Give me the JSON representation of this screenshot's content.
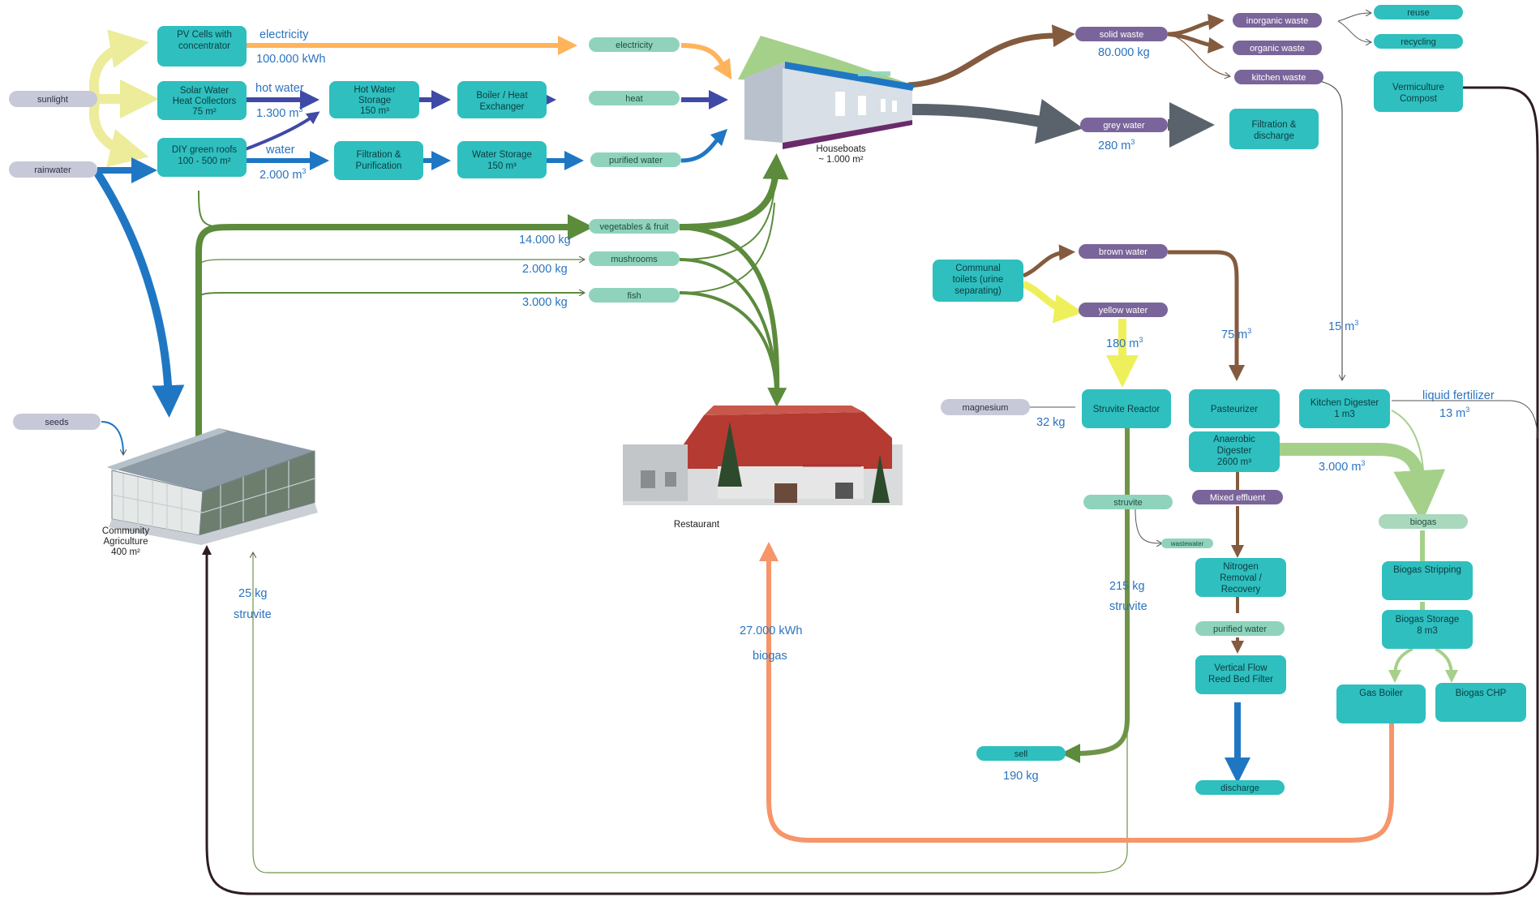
{
  "colors": {
    "process_box": "#2fbfbf",
    "pill_green": "#8fd3bc",
    "pill_purple": "#7a659a",
    "pill_grey": "#c7c9d8",
    "quantity_text": "#2b74c0",
    "flow_orange": "#ffb35a",
    "flow_navy": "#3f49a6",
    "flow_blue": "#1f77c4",
    "flow_green": "#5c8b3c",
    "flow_lightgreen": "#a5d08a",
    "flow_brown": "#845b3e",
    "flow_grey": "#5a636b",
    "flow_yellow": "#eef05b",
    "flow_pale_yellow": "#ecec9a",
    "flow_salmon": "#f6956a",
    "flow_dark": "#2d1c22"
  },
  "inputs": {
    "sunlight": "sunlight",
    "rainwater": "rainwater",
    "seeds": "seeds",
    "magnesium": "magnesium"
  },
  "process_boxes": {
    "pv_cells": [
      "PV Cells with",
      "concentrator"
    ],
    "solar_water": [
      "Solar Water",
      "Heat Collectors",
      "75 m²"
    ],
    "green_roofs": [
      "DIY green roofs",
      "100 - 500 m²"
    ],
    "hot_water_storage": [
      "Hot Water",
      "Storage",
      "150 m³"
    ],
    "boiler": [
      "Boiler / Heat",
      "Exchanger"
    ],
    "filtration_purification": [
      "Filtration &",
      "Purification"
    ],
    "water_storage": [
      "Water Storage",
      "150 m³"
    ],
    "filtration_discharge": [
      "Filtration &",
      "discharge"
    ],
    "vermiculture": [
      "Vermiculture",
      "Compost"
    ],
    "communal_toilets": [
      "Communal",
      "toilets (urine",
      "separating)"
    ],
    "struvite_reactor": [
      "Struvite Reactor"
    ],
    "pasteurizer": [
      "Pasteurizer"
    ],
    "anaerobic_digester": [
      "Anaerobic",
      "Digester",
      "2600 m³"
    ],
    "kitchen_digester": [
      "Kitchen Digester",
      "1 m3"
    ],
    "nitrogen_removal": [
      "Nitrogen",
      "Removal /",
      "Recovery"
    ],
    "reed_bed": [
      "Vertical Flow",
      "Reed Bed Filter"
    ],
    "biogas_stripping": [
      "Biogas Stripping"
    ],
    "biogas_storage": [
      "Biogas Storage",
      "8 m3"
    ],
    "gas_boiler": [
      "Gas Boiler"
    ],
    "biogas_chp": [
      "Biogas CHP"
    ]
  },
  "pills": {
    "electricity": "electricity",
    "heat": "heat",
    "purified_water_top": "purified water",
    "vegetables": "vegetables & fruit",
    "mushrooms": "mushrooms",
    "fish": "fish",
    "solid_waste": "solid waste",
    "inorganic_waste": "inorganic waste",
    "organic_waste": "organic waste",
    "kitchen_waste": "kitchen waste",
    "reuse": "reuse",
    "recycling": "recycling",
    "grey_water": "grey water",
    "brown_water": "brown water",
    "yellow_water": "yellow water",
    "struvite": "struvite",
    "wastewater": "wastewater",
    "mixed_effluent": "Mixed effluent",
    "purified_water_bottom": "purified water",
    "biogas": "biogas",
    "sell": "sell",
    "discharge": "discharge"
  },
  "flow_labels": {
    "electricity": "electricity",
    "electricity_qty": "100.000 kWh",
    "hot_water": "hot water",
    "hot_water_qty": "1.300 m",
    "water": "water",
    "water_qty": "2.000 m",
    "vegetables_qty": "14.000 kg",
    "mushrooms_qty": "2.000 kg",
    "fish_qty": "3.000 kg",
    "solid_waste_qty": "80.000 kg",
    "grey_water_qty": "280 m",
    "yellow_water_qty": "180 m",
    "brown_water_qty": "75 m",
    "kitchen_waste_qty": "15 m",
    "magnesium_qty": "32 kg",
    "liquid_fertilizer": "liquid fertilizer",
    "liquid_fertilizer_qty": "13 m",
    "biogas_flow_qty": "3.000 m",
    "struvite_qty": "215 kg",
    "struvite_label": "struvite",
    "sell_qty": "190 kg",
    "agri_struvite_qty": "25 kg",
    "agri_struvite_label": "struvite",
    "restaurant_energy_qty": "27.000 kWh",
    "restaurant_energy_label": "biogas",
    "cube": "3"
  },
  "captions": {
    "houseboats": [
      "Houseboats",
      "~ 1.000 m²"
    ],
    "restaurant": [
      "Restaurant"
    ],
    "agriculture": [
      "Community",
      "Agriculture",
      "400 m²"
    ]
  }
}
